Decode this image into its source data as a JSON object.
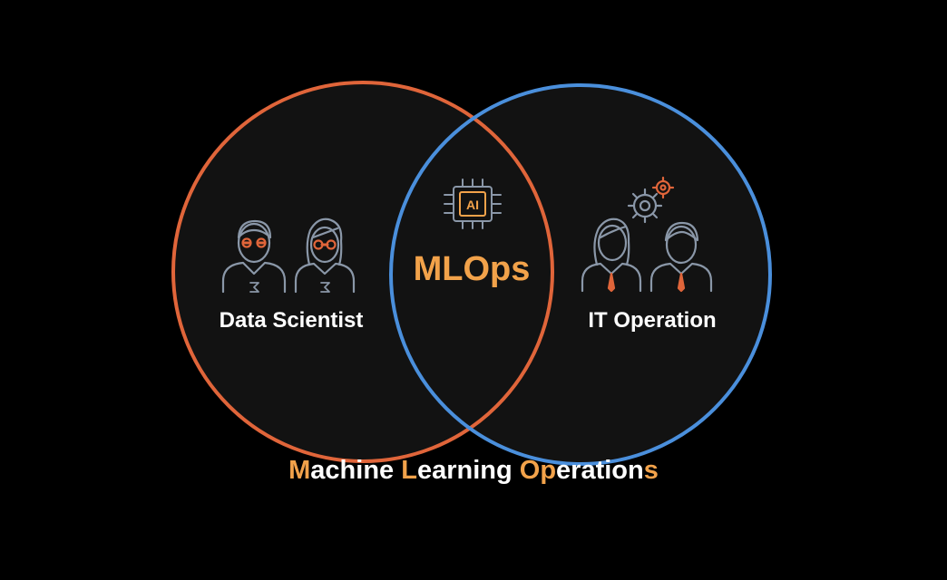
{
  "colors": {
    "background": "#000000",
    "left_circle": "#e0653a",
    "right_circle": "#4a8fdc",
    "accent": "#f2a24a",
    "icon_stroke": "#8a97a8",
    "label_text": "#ffffff"
  },
  "diagram": {
    "left": {
      "label": "Data Scientist",
      "icon": "data-scientists-icon"
    },
    "right": {
      "label": "IT Operation",
      "icon": "it-operators-icon"
    },
    "center": {
      "label": "MLOps",
      "icon": "ai-chip-icon",
      "chip_text": "AI"
    },
    "caption": {
      "full_text": "Machine Learning Operations",
      "parts": [
        {
          "text": "M",
          "highlight": true
        },
        {
          "text": "achine ",
          "highlight": false
        },
        {
          "text": "L",
          "highlight": true
        },
        {
          "text": "earning ",
          "highlight": false
        },
        {
          "text": "Op",
          "highlight": true
        },
        {
          "text": "eration",
          "highlight": false
        },
        {
          "text": "s",
          "highlight": true
        }
      ]
    }
  }
}
